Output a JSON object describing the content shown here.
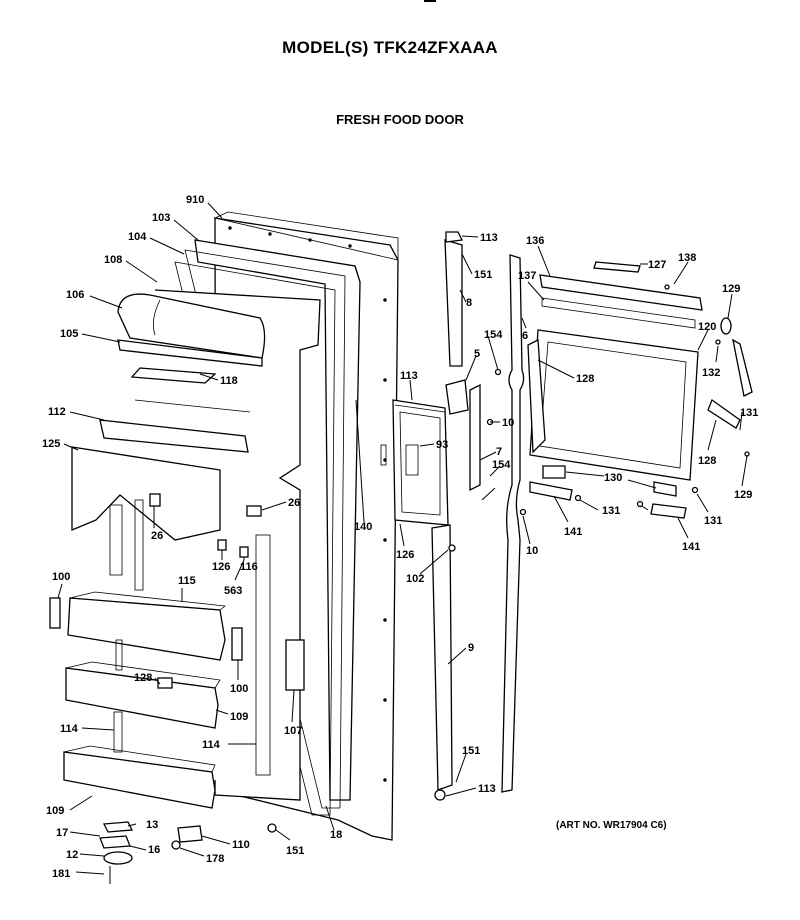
{
  "header": {
    "model": "MODEL(S) TFK24ZFXAAA",
    "section": "FRESH FOOD DOOR"
  },
  "footer": {
    "art_no": "(ART NO. WR17904 C6)"
  },
  "callouts": [
    {
      "id": "c910",
      "text": "910"
    },
    {
      "id": "c103",
      "text": "103"
    },
    {
      "id": "c104",
      "text": "104"
    },
    {
      "id": "c108",
      "text": "108"
    },
    {
      "id": "c106",
      "text": "106"
    },
    {
      "id": "c105",
      "text": "105"
    },
    {
      "id": "c118",
      "text": "118"
    },
    {
      "id": "c112",
      "text": "112"
    },
    {
      "id": "c125",
      "text": "125"
    },
    {
      "id": "c26a",
      "text": "26"
    },
    {
      "id": "c26b",
      "text": "26"
    },
    {
      "id": "c126a",
      "text": "126"
    },
    {
      "id": "c116",
      "text": "116"
    },
    {
      "id": "c563",
      "text": "563"
    },
    {
      "id": "c100a",
      "text": "100"
    },
    {
      "id": "c115",
      "text": "115"
    },
    {
      "id": "c100b",
      "text": "100"
    },
    {
      "id": "c128a",
      "text": "128"
    },
    {
      "id": "c109a",
      "text": "109"
    },
    {
      "id": "c114a",
      "text": "114"
    },
    {
      "id": "c114b",
      "text": "114"
    },
    {
      "id": "c107",
      "text": "107"
    },
    {
      "id": "c109b",
      "text": "109"
    },
    {
      "id": "c13",
      "text": "13"
    },
    {
      "id": "c17",
      "text": "17"
    },
    {
      "id": "c16",
      "text": "16"
    },
    {
      "id": "c12",
      "text": "12"
    },
    {
      "id": "c181",
      "text": "181"
    },
    {
      "id": "c110",
      "text": "110"
    },
    {
      "id": "c178",
      "text": "178"
    },
    {
      "id": "c151a",
      "text": "151"
    },
    {
      "id": "c18",
      "text": "18"
    },
    {
      "id": "c140",
      "text": "140"
    },
    {
      "id": "c113a",
      "text": "113"
    },
    {
      "id": "c151b",
      "text": "151"
    },
    {
      "id": "c8",
      "text": "8"
    },
    {
      "id": "c113b",
      "text": "113"
    },
    {
      "id": "c5",
      "text": "5"
    },
    {
      "id": "c154a",
      "text": "154"
    },
    {
      "id": "c93",
      "text": "93"
    },
    {
      "id": "c10a",
      "text": "10"
    },
    {
      "id": "c7",
      "text": "7"
    },
    {
      "id": "c154b",
      "text": "154"
    },
    {
      "id": "c126b",
      "text": "126"
    },
    {
      "id": "c102",
      "text": "102"
    },
    {
      "id": "c9",
      "text": "9"
    },
    {
      "id": "c151c",
      "text": "151"
    },
    {
      "id": "c113c",
      "text": "113"
    },
    {
      "id": "c6",
      "text": "6"
    },
    {
      "id": "c10b",
      "text": "10"
    },
    {
      "id": "c136",
      "text": "136"
    },
    {
      "id": "c137",
      "text": "137"
    },
    {
      "id": "c127",
      "text": "127"
    },
    {
      "id": "c138",
      "text": "138"
    },
    {
      "id": "c129a",
      "text": "129"
    },
    {
      "id": "c120",
      "text": "120"
    },
    {
      "id": "c132",
      "text": "132"
    },
    {
      "id": "c128b",
      "text": "128"
    },
    {
      "id": "c131a",
      "text": "131"
    },
    {
      "id": "c128c",
      "text": "128"
    },
    {
      "id": "c130",
      "text": "130"
    },
    {
      "id": "c129b",
      "text": "129"
    },
    {
      "id": "c131b",
      "text": "131"
    },
    {
      "id": "c131c",
      "text": "131"
    },
    {
      "id": "c141a",
      "text": "141"
    },
    {
      "id": "c141b",
      "text": "141"
    }
  ]
}
